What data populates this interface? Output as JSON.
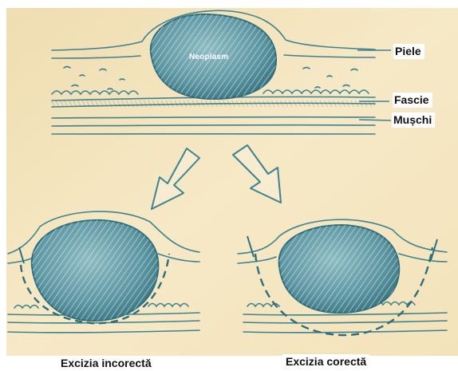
{
  "labels": {
    "neoplasm": "Neoplasm",
    "skin": "Piele",
    "fascia": "Fascie",
    "muscle": "Mușchi",
    "incorrect_excision": "Excizia incorectă",
    "correct_excision": "Excizia corectă"
  },
  "colors": {
    "background": "#ffffff",
    "paper": "#f4e7c2",
    "ink": "#3e8290",
    "tumor_fill": "#6ea3ad",
    "tumor_dark": "#2e6d7c"
  }
}
